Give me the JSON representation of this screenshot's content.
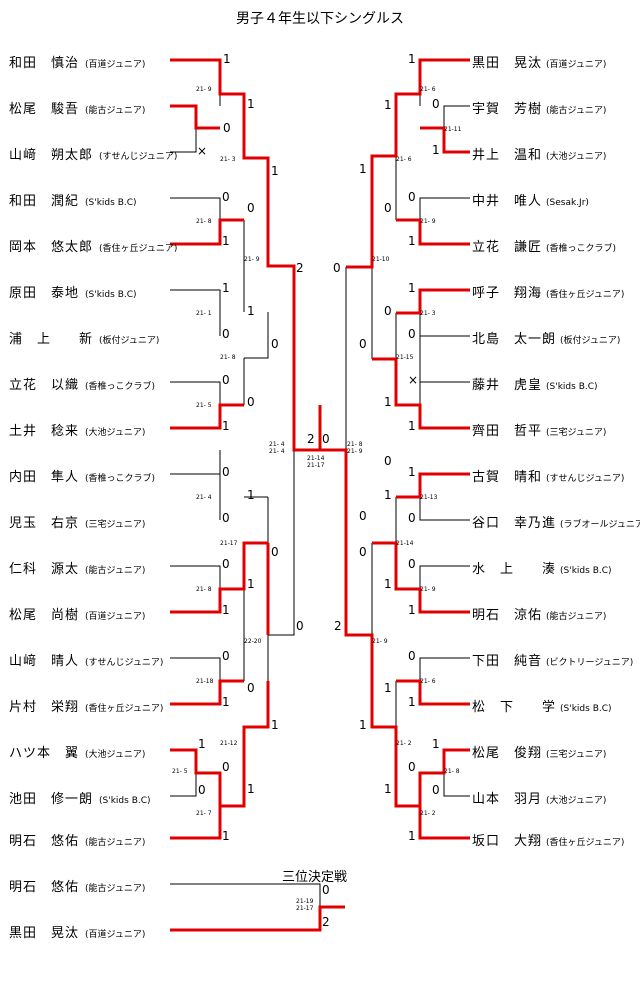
{
  "title": "男子４年生以下シングルス",
  "third_place_title": "三位決定戦",
  "left_players": [
    {
      "name": "和田　慎治",
      "team": "(百道ジュニア)"
    },
    {
      "name": "松尾　駿吾",
      "team": "(能古ジュニア)"
    },
    {
      "name": "山﨑　朔太郎",
      "team": "(すせんじジュニア)"
    },
    {
      "name": "和田　潤紀",
      "team": "(S'kids B.C)"
    },
    {
      "name": "岡本　悠太郎",
      "team": "(香住ヶ丘ジュニア)"
    },
    {
      "name": "原田　泰地",
      "team": "(S'kids B.C)"
    },
    {
      "name": "浦　上　　新",
      "team": "(板付ジュニア)"
    },
    {
      "name": "立花　以織",
      "team": "(香椎っこクラブ)"
    },
    {
      "name": "土井　稔来",
      "team": "(大池ジュニア)"
    },
    {
      "name": "内田　隼人",
      "team": "(香椎っこクラブ)"
    },
    {
      "name": "児玉　右京",
      "team": "(三宅ジュニア)"
    },
    {
      "name": "仁科　源太",
      "team": "(能古ジュニア)"
    },
    {
      "name": "松尾　尚樹",
      "team": "(百道ジュニア)"
    },
    {
      "name": "山﨑　晴人",
      "team": "(すせんじジュニア)"
    },
    {
      "name": "片村　栄翔",
      "team": "(香住ヶ丘ジュニア)"
    },
    {
      "name": "ハツ本　翼",
      "team": "(大池ジュニア)"
    },
    {
      "name": "池田　修一朗",
      "team": "(S'kids B.C)"
    },
    {
      "name": "明石　悠佑",
      "team": "(能古ジュニア)"
    }
  ],
  "right_players": [
    {
      "name": "黒田　晃汰",
      "team": "(百道ジュニア)"
    },
    {
      "name": "宇賀　芳樹",
      "team": "(能古ジュニア)"
    },
    {
      "name": "井上　温和",
      "team": "(大池ジュニア)"
    },
    {
      "name": "中井　唯人",
      "team": "(Sesak.Jr)"
    },
    {
      "name": "立花　謙匠",
      "team": "(香椎っこクラブ)"
    },
    {
      "name": "呼子　翔海",
      "team": "(香住ヶ丘ジュニア)"
    },
    {
      "name": "北島　太一朗",
      "team": "(板付ジュニア)"
    },
    {
      "name": "藤井　虎皇",
      "team": "(S'kids B.C)"
    },
    {
      "name": "齊田　哲平",
      "team": "(三宅ジュニア)"
    },
    {
      "name": "古賀　晴和",
      "team": "(すせんじジュニア)"
    },
    {
      "name": "谷口　幸乃進",
      "team": "(ラブオールジュニア)"
    },
    {
      "name": "水　上　　湊",
      "team": "(S'kids B.C)"
    },
    {
      "name": "明石　涼佑",
      "team": "(能古ジュニア)"
    },
    {
      "name": "下田　純音",
      "team": "(ビクトリージュニア)"
    },
    {
      "name": "松　下　　学",
      "team": "(S'kids B.C)"
    },
    {
      "name": "松尾　俊翔",
      "team": "(三宅ジュニア)"
    },
    {
      "name": "山本　羽月",
      "team": "(大池ジュニア)"
    },
    {
      "name": "坂口　大翔",
      "team": "(香住ヶ丘ジュニア)"
    }
  ],
  "third_place_players": [
    {
      "name": "明石　悠佑",
      "team": "(能古ジュニア)"
    },
    {
      "name": "黒田　晃汰",
      "team": "(百道ジュニア)"
    }
  ],
  "marks": [
    "1",
    "0",
    "×",
    "0",
    "1",
    "1",
    "0",
    "0",
    "1",
    "0",
    "1",
    "0",
    "1",
    "1",
    "0",
    "0",
    "0",
    "1",
    "1",
    "0",
    "1",
    "0",
    "1",
    "0",
    "0",
    "1",
    "0",
    "2",
    "0",
    "2",
    "0",
    "1",
    "0",
    "1",
    "1",
    "1",
    "1",
    "0",
    "1",
    "0",
    "0",
    "1",
    "0",
    "1",
    "1",
    "0",
    "×",
    "1",
    "1",
    "0",
    "0",
    "1",
    "0",
    "1",
    "1",
    "0",
    "1",
    "0",
    "1",
    "1",
    "0",
    "0",
    "1",
    "1",
    "0",
    "1",
    "1",
    "0",
    "0",
    "2",
    "2",
    "0",
    "2"
  ],
  "scores": [
    "21- 9",
    "21- 3",
    "21- 8",
    "21- 9",
    "21- 1",
    "21- 8",
    "21- 5",
    "21- 4",
    "21-17",
    "21- 8",
    "22-20",
    "21-18",
    "21-12",
    "21- 5",
    "21- 7",
    "21- 6",
    "21-11",
    "21- 6",
    "21- 9",
    "21-10",
    "21- 3",
    "21-15",
    "21-13",
    "21-14",
    "21- 9",
    "21- 9",
    "21- 6",
    "21- 2",
    "21- 8",
    "21- 2",
    "21- 4\n21- 4",
    "21-14\n21-17",
    "21- 8\n21- 9",
    "21-19\n21-17"
  ]
}
